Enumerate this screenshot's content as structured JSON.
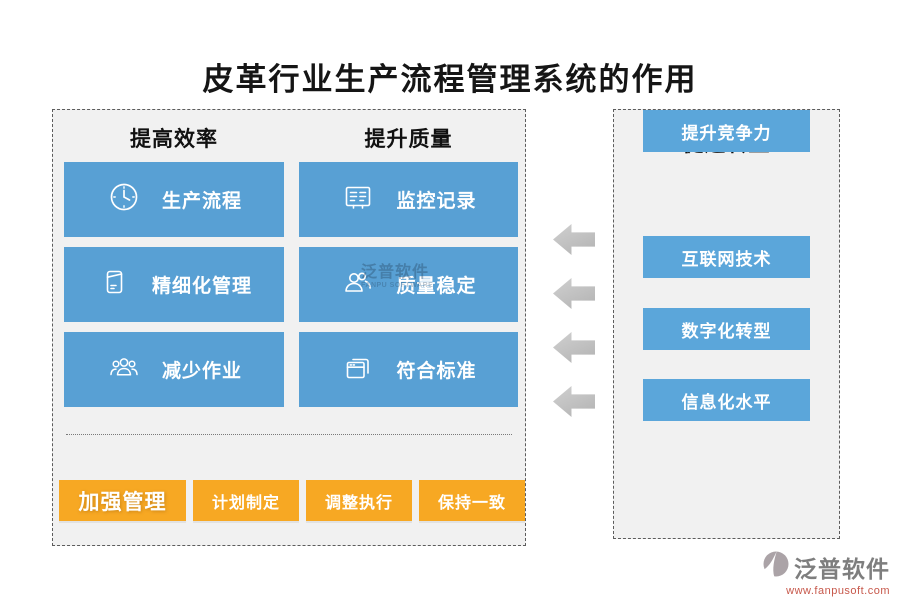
{
  "title": "皮革行业生产流程管理系统的作用",
  "colors": {
    "card_blue": "#58a0d4",
    "right_button_blue": "#5ba6da",
    "button_orange": "#f7a823",
    "panel_bg": "#f1f1f1",
    "arrow_gray": "#c0c0c0",
    "url_red": "#c7584b"
  },
  "left_panel": {
    "columns": [
      {
        "header": "提高效率",
        "cards": [
          {
            "label": "生产流程",
            "icon": "clock-icon"
          },
          {
            "label": "精细化管理",
            "icon": "package-icon"
          },
          {
            "label": "减少作业",
            "icon": "people-group-icon"
          }
        ]
      },
      {
        "header": "提升质量",
        "cards": [
          {
            "label": "监控记录",
            "icon": "report-icon"
          },
          {
            "label": "质量稳定",
            "icon": "users-icon",
            "watermark": {
              "text": "泛普软件",
              "sub": "FANPU SOFTWARE"
            }
          },
          {
            "label": "符合标准",
            "icon": "windows-icon"
          }
        ]
      }
    ],
    "buttons": [
      {
        "label": "加强管理"
      },
      {
        "label": "计划制定"
      },
      {
        "label": "调整执行"
      },
      {
        "label": "保持一致"
      }
    ]
  },
  "right_panel": {
    "header": "促进转型",
    "items": [
      {
        "label": "互联网技术"
      },
      {
        "label": "数字化转型"
      },
      {
        "label": "信息化水平"
      },
      {
        "label": "提升竞争力"
      }
    ]
  },
  "arrows": {
    "count": 4,
    "direction": "left",
    "icon": "left-arrow-icon"
  },
  "footer": {
    "brand": "泛普软件",
    "url": "www.fanpusoft.com"
  }
}
